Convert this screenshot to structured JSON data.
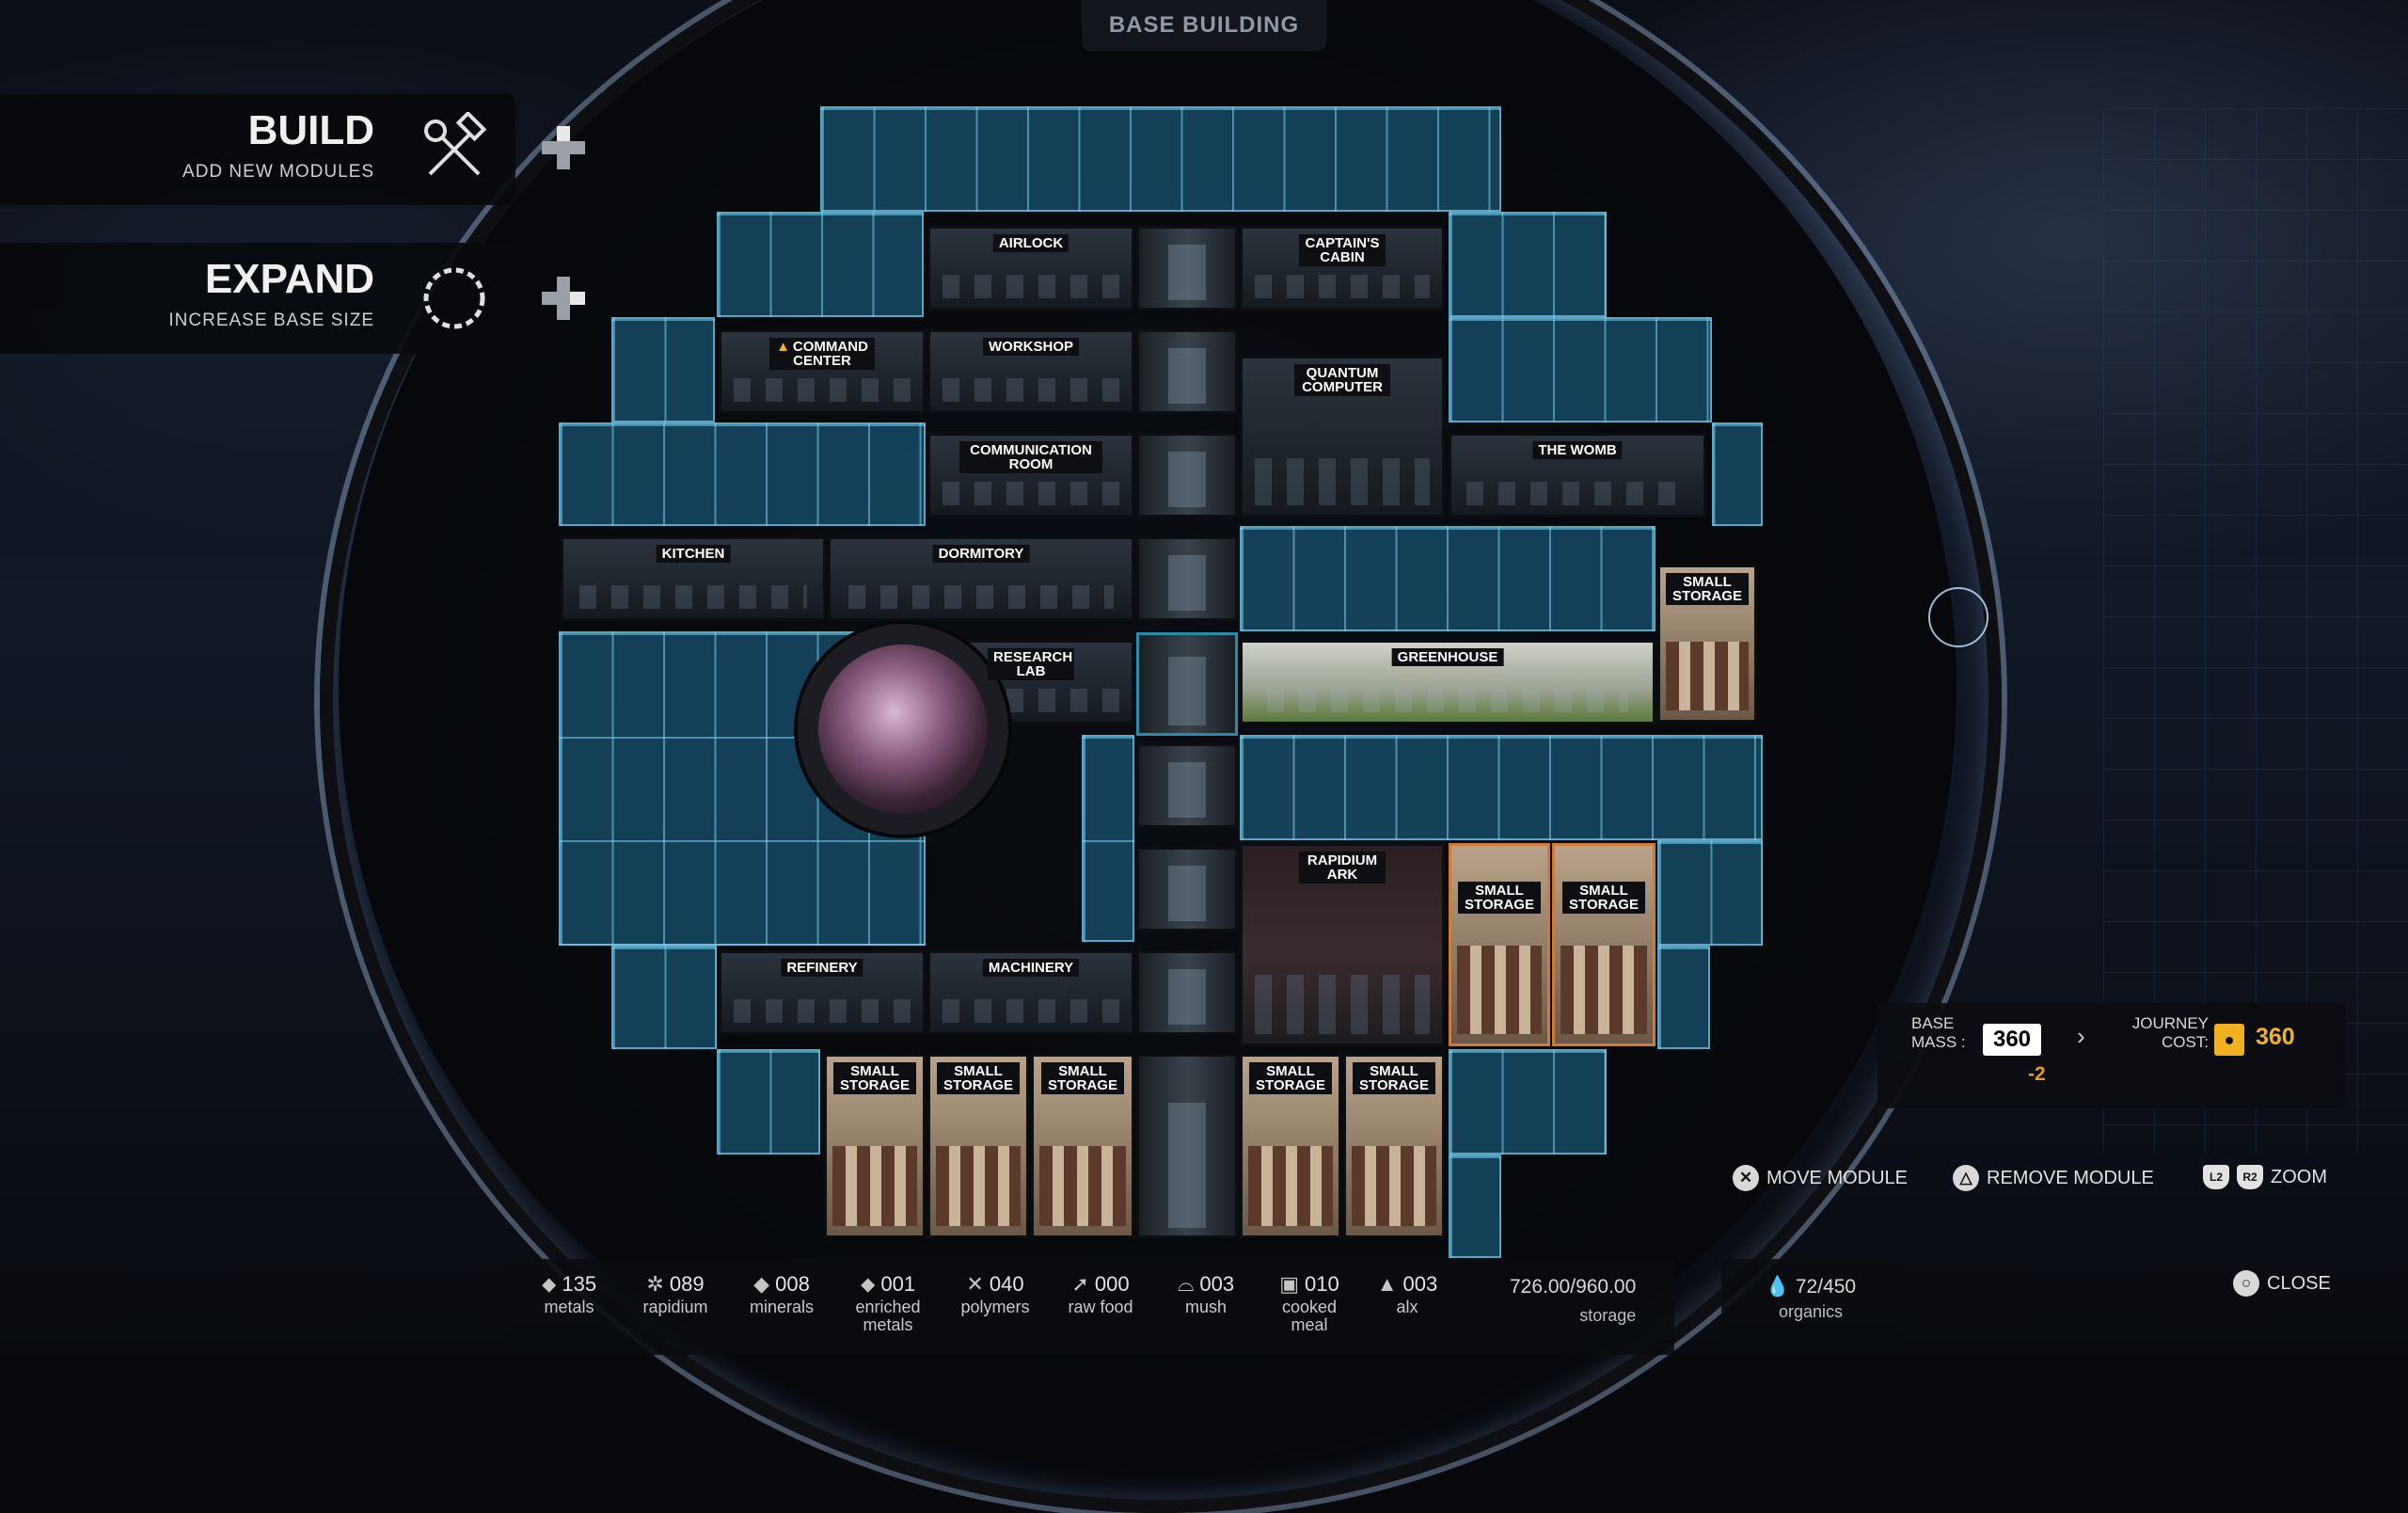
{
  "screen_title": "BASE BUILDING",
  "build": {
    "title": "BUILD",
    "subtitle": "ADD NEW MODULES",
    "icon": "hammer-wrench-icon"
  },
  "expand": {
    "title": "EXPAND",
    "subtitle": "INCREASE BASE SIZE",
    "icon": "dashed-circle-icon"
  },
  "modules": {
    "airlock": "AIRLOCK",
    "captains_cabin": "CAPTAIN'S CABIN",
    "command_center": "COMMAND CENTER",
    "workshop": "WORKSHOP",
    "quantum_computer": "QUANTUM COMPUTER",
    "communication_room": "COMMUNICATION ROOM",
    "the_womb": "THE WOMB",
    "kitchen": "KITCHEN",
    "dormitory": "DORMITORY",
    "small_storage": "SMALL STORAGE",
    "research_lab": "RESEARCH LAB",
    "greenhouse": "GREENHOUSE",
    "rapidium_ark": "RAPIDIUM ARK",
    "refinery": "REFINERY",
    "machinery": "MACHINERY"
  },
  "resources": [
    {
      "icon": "metals-icon",
      "value": "135",
      "name": "metals"
    },
    {
      "icon": "rapidium-icon",
      "value": "089",
      "name": "rapidium"
    },
    {
      "icon": "minerals-icon",
      "value": "008",
      "name": "minerals"
    },
    {
      "icon": "enriched-metals-icon",
      "value": "001",
      "name": "enriched metals"
    },
    {
      "icon": "polymers-icon",
      "value": "040",
      "name": "polymers"
    },
    {
      "icon": "raw-food-icon",
      "value": "000",
      "name": "raw food"
    },
    {
      "icon": "mush-icon",
      "value": "003",
      "name": "mush"
    },
    {
      "icon": "cooked-meal-icon",
      "value": "010",
      "name": "cooked meal"
    },
    {
      "icon": "alx-icon",
      "value": "003",
      "name": "alx"
    }
  ],
  "storage": {
    "value": "726.00/960.00",
    "name": "storage"
  },
  "organics": {
    "value": "72/450",
    "name": "organics"
  },
  "mass": {
    "base_label": "BASE MASS :",
    "base_value": "360",
    "delta": "-2",
    "journey_label": "JOURNEY COST:",
    "journey_value": "360"
  },
  "controls": {
    "move": "MOVE MODULE",
    "remove": "REMOVE MODULE",
    "zoom": "ZOOM",
    "close": "CLOSE",
    "l2": "L2",
    "r2": "R2"
  },
  "colors": {
    "accent_tile": "#1e6e96",
    "warning": "#f2b51f",
    "journey_cost": "#f2b31f",
    "selected_border": "#d07a3a"
  }
}
